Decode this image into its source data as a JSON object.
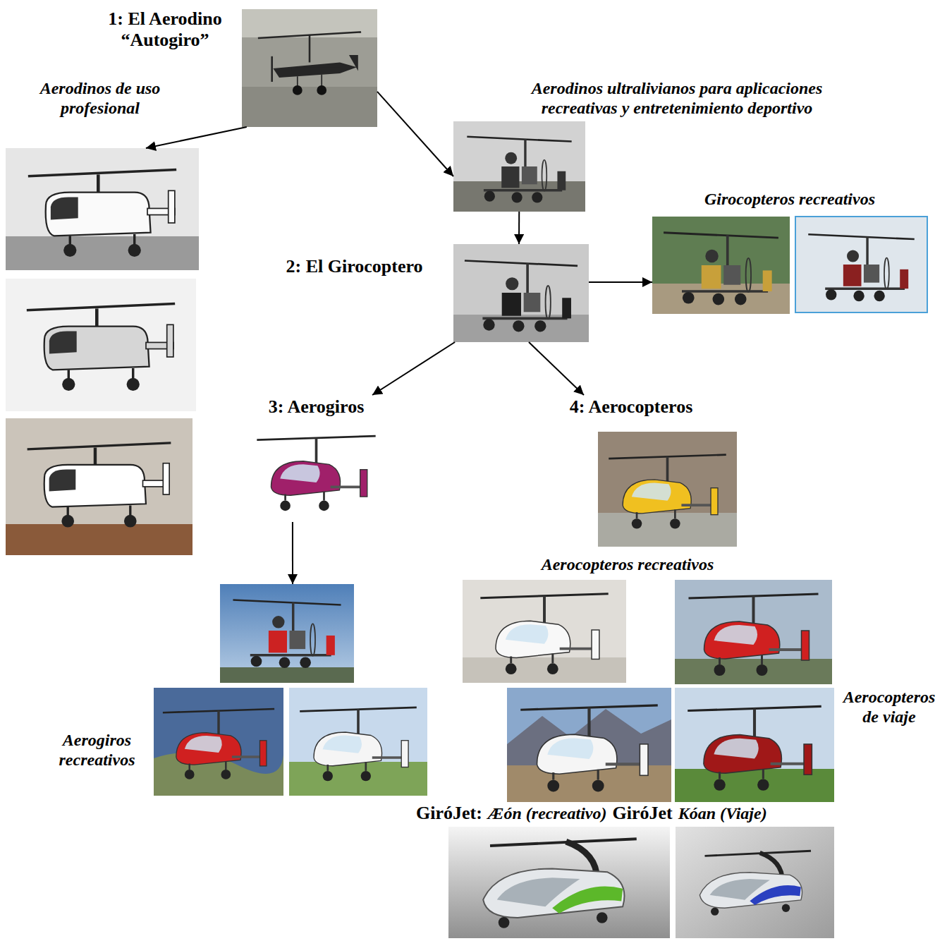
{
  "diagram": {
    "nodes": [
      {
        "text": [
          "1: El Aerodino “Autogiro”"
        ]
      },
      {
        "text": [
          "Aerodinos de uso profesional"
        ]
      },
      {
        "text": [
          "Aerodinos ultralivianos para aplicaciones recreativas y entretenimiento deportivo"
        ]
      },
      {
        "text": [
          "2: El Girocoptero"
        ]
      },
      {
        "text": [
          "Girocopteros recreativos"
        ]
      },
      {
        "text": [
          "3: Aerogiros"
        ]
      },
      {
        "text": [
          "4: Aerocopteros"
        ]
      },
      {
        "text": [
          "Aerogiros recreativos"
        ]
      },
      {
        "text": [
          "Aerocopteros recreativos"
        ]
      },
      {
        "text": [
          "Aerocopteros de viaje"
        ]
      },
      {
        "text": [
          "GiróJet:",
          "Æón (recreativo)",
          "GiróJet",
          "Kóan (Viaje)"
        ]
      }
    ],
    "edges": [
      {
        "from": 0,
        "to": 1,
        "arrow": "to"
      },
      {
        "from": 0,
        "to": 2,
        "arrow": "to"
      },
      {
        "from": 2,
        "to": 3,
        "arrow": "to"
      },
      {
        "from": 3,
        "to": 4,
        "arrow": "to"
      },
      {
        "from": 3,
        "to": 5,
        "arrow": "to"
      },
      {
        "from": 3,
        "to": 6,
        "arrow": "to"
      },
      {
        "from": 5,
        "to": 7,
        "arrow": "to"
      }
    ]
  }
}
